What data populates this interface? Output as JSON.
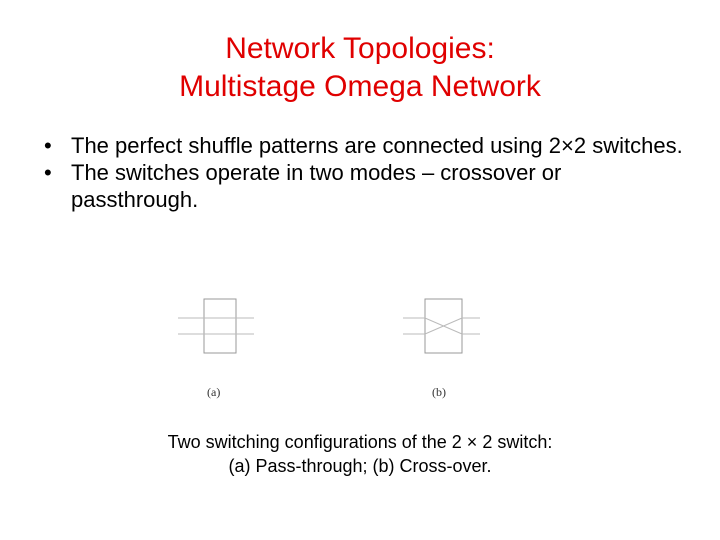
{
  "slide": {
    "title_line1": "Network Topologies:",
    "title_line2": "Multistage Omega Network",
    "bullets": [
      {
        "marker": "•",
        "text": "The perfect shuffle patterns are connected using 2×2 switches."
      },
      {
        "marker": "•",
        "text": "The switches operate in two modes – crossover or passthrough."
      }
    ],
    "figure": {
      "label_a": "(a)",
      "label_b": "(b)"
    },
    "caption_line1": "Two switching configurations of the 2 × 2 switch:",
    "caption_line2": "(a) Pass-through; (b) Cross-over."
  }
}
